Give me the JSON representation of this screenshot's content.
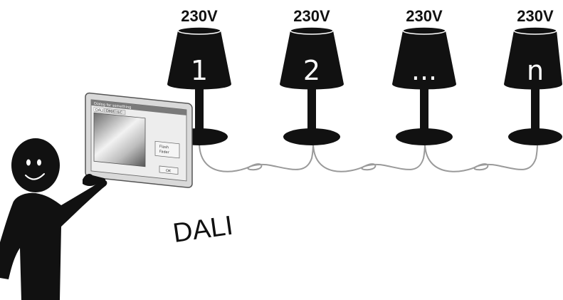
{
  "lamps": [
    {
      "voltage": "230V",
      "label": "1"
    },
    {
      "voltage": "230V",
      "label": "2"
    },
    {
      "voltage": "230V",
      "label": "..."
    },
    {
      "voltage": "230V",
      "label": "n"
    }
  ],
  "bus_label": "DALI",
  "panel": {
    "title": "Dialog for something",
    "tabs": [
      "DALI",
      "DMX",
      "ILC"
    ],
    "side_button_label_1": "Flash",
    "side_button_label_2": "Fader",
    "ok_label": "OK"
  },
  "colors": {
    "ink": "#111111",
    "cable": "#9a9a9a",
    "panel_frame": "#d9d9d9"
  }
}
